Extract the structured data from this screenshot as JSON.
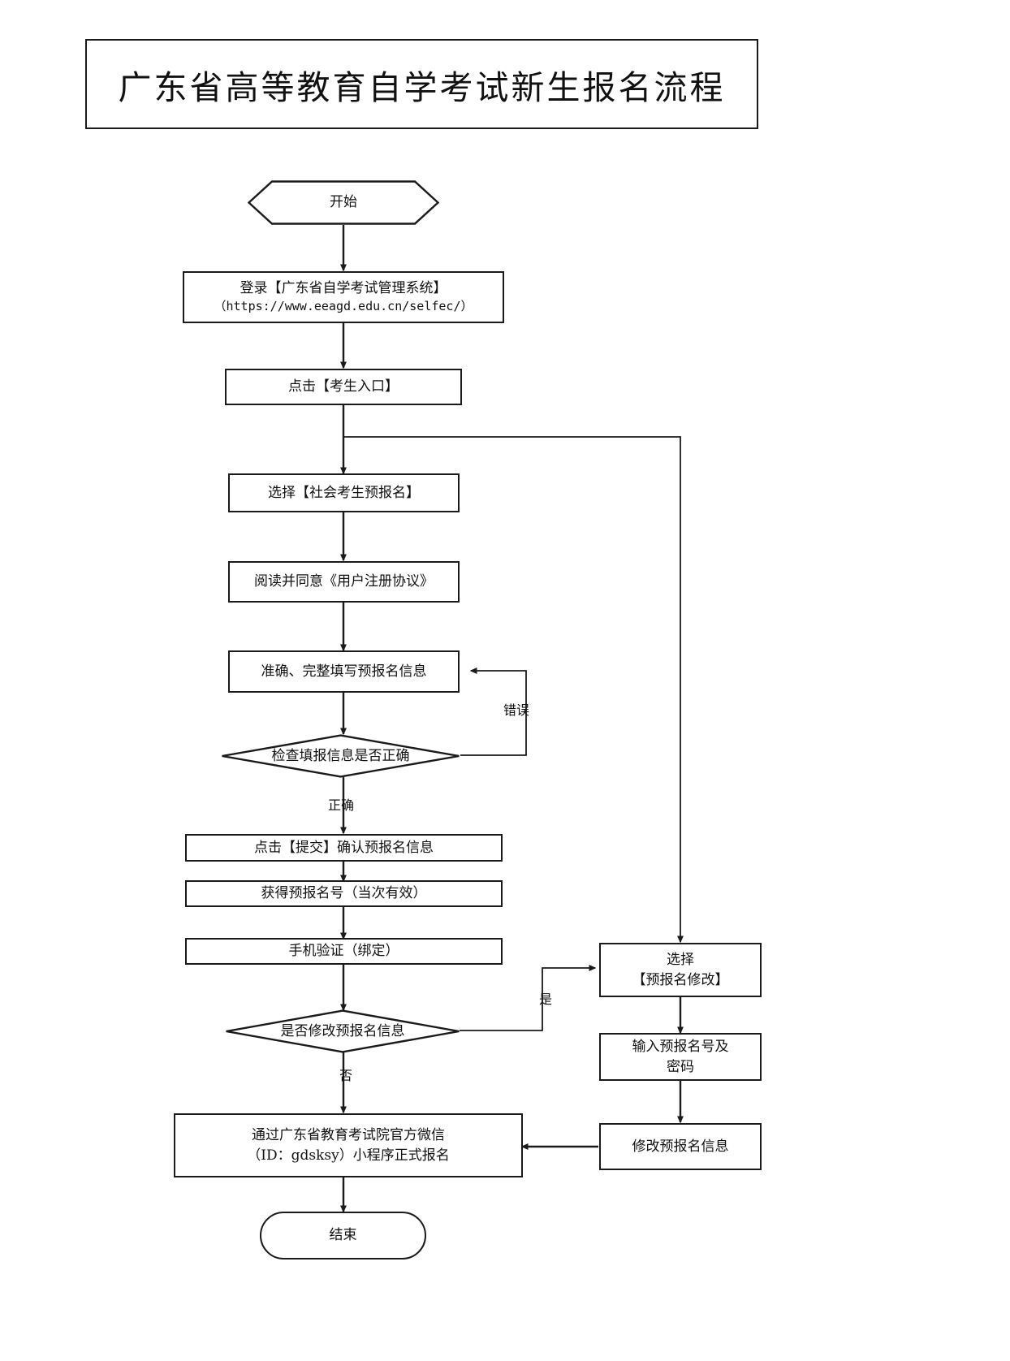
{
  "document": {
    "title": "广东省高等教育自学考试新生报名流程",
    "type": "flowchart",
    "language": "zh-CN",
    "background_color": "#ffffff",
    "line_color": "#1a1a1a"
  },
  "chart_data": {
    "type": "diagram",
    "title": "广东省高等教育自学考试新生报名流程",
    "nodes": [
      {
        "id": "start",
        "shape": "hexagon",
        "label": "开始"
      },
      {
        "id": "login",
        "shape": "rectangle",
        "label_line1": "登录【广东省自学考试管理系统】",
        "label_line2": "（https://www.eeagd.edu.cn/selfec/）"
      },
      {
        "id": "entry",
        "shape": "rectangle",
        "label": "点击【考生入口】"
      },
      {
        "id": "prereg",
        "shape": "rectangle",
        "label": "选择【社会考生预报名】"
      },
      {
        "id": "agreement",
        "shape": "rectangle",
        "label": "阅读并同意《用户注册协议》"
      },
      {
        "id": "fillinfo",
        "shape": "rectangle",
        "label": "准确、完整填写预报名信息"
      },
      {
        "id": "checkinfo",
        "shape": "diamond",
        "label": "检查填报信息是否正确"
      },
      {
        "id": "submit",
        "shape": "rectangle",
        "label": "点击【提交】确认预报名信息"
      },
      {
        "id": "getnumber",
        "shape": "rectangle",
        "label": "获得预报名号（当次有效）"
      },
      {
        "id": "phoneverify",
        "shape": "rectangle",
        "label": "手机验证（绑定）"
      },
      {
        "id": "modifyq",
        "shape": "diamond",
        "label": "是否修改预报名信息"
      },
      {
        "id": "selectmodify",
        "shape": "rectangle",
        "label_line1": "选择",
        "label_line2": "【预报名修改】"
      },
      {
        "id": "inputcred",
        "shape": "rectangle",
        "label_line1": "输入预报名号及",
        "label_line2": "密码"
      },
      {
        "id": "modifyinfo",
        "shape": "rectangle",
        "label": "修改预报名信息"
      },
      {
        "id": "wechat",
        "shape": "rectangle",
        "label_line1": "通过广东省教育考试院官方微信",
        "label_line2": "（ID：gdsksy）小程序正式报名"
      },
      {
        "id": "end",
        "shape": "rounded",
        "label": "结束"
      }
    ],
    "edges": [
      {
        "from": "start",
        "to": "login",
        "label": ""
      },
      {
        "from": "login",
        "to": "entry",
        "label": ""
      },
      {
        "from": "entry",
        "to": "prereg",
        "label": ""
      },
      {
        "from": "entry",
        "to": "selectmodify",
        "label": ""
      },
      {
        "from": "prereg",
        "to": "agreement",
        "label": ""
      },
      {
        "from": "agreement",
        "to": "fillinfo",
        "label": ""
      },
      {
        "from": "fillinfo",
        "to": "checkinfo",
        "label": ""
      },
      {
        "from": "checkinfo",
        "to": "fillinfo",
        "label": "错误"
      },
      {
        "from": "checkinfo",
        "to": "submit",
        "label": "正确"
      },
      {
        "from": "submit",
        "to": "getnumber",
        "label": ""
      },
      {
        "from": "getnumber",
        "to": "phoneverify",
        "label": ""
      },
      {
        "from": "phoneverify",
        "to": "modifyq",
        "label": ""
      },
      {
        "from": "modifyq",
        "to": "selectmodify",
        "label": "是"
      },
      {
        "from": "modifyq",
        "to": "wechat",
        "label": "否"
      },
      {
        "from": "selectmodify",
        "to": "inputcred",
        "label": ""
      },
      {
        "from": "inputcred",
        "to": "modifyinfo",
        "label": ""
      },
      {
        "from": "modifyinfo",
        "to": "wechat",
        "label": ""
      },
      {
        "from": "wechat",
        "to": "end",
        "label": ""
      }
    ],
    "edge_labels": {
      "error": "错误",
      "correct": "正确",
      "yes": "是",
      "no": "否"
    }
  }
}
